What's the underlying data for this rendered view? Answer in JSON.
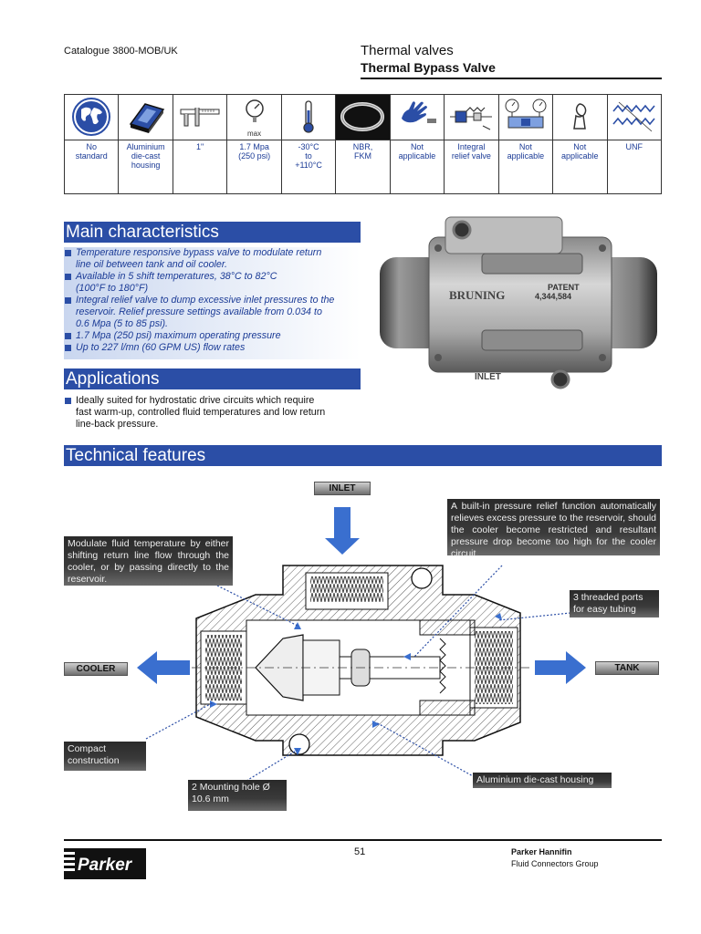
{
  "header": {
    "catalogue": "Catalogue 3800-MOB/UK",
    "title": "Thermal valves",
    "subtitle": "Thermal Bypass Valve"
  },
  "specs": [
    {
      "icon": "globe-icon",
      "label": "No standard",
      "lines": [
        "No",
        "standard"
      ]
    },
    {
      "icon": "die-cast-icon",
      "label": "Aluminium die-cast housing",
      "lines": [
        "Aluminium",
        "die-cast",
        "housing"
      ]
    },
    {
      "icon": "caliper-icon",
      "label": "1\"",
      "lines": [
        "1\""
      ]
    },
    {
      "icon": "pressure-gauge-icon",
      "icon_text": "max",
      "label": "1.7 Mpa (250 psi)",
      "lines": [
        "1.7 Mpa",
        "(250 psi)"
      ]
    },
    {
      "icon": "thermometer-icon",
      "label": "-30°C to +110°C",
      "lines": [
        "-30°C",
        "to",
        "+110°C"
      ]
    },
    {
      "icon": "o-ring-icon",
      "label": "NBR, FKM",
      "lines": [
        "NBR,",
        "FKM"
      ]
    },
    {
      "icon": "hand-icon",
      "label": "Not applicable",
      "lines": [
        "Not",
        "applicable"
      ]
    },
    {
      "icon": "relief-valve-icon",
      "label": "Integral relief valve",
      "lines": [
        "Integral",
        "relief valve"
      ]
    },
    {
      "icon": "gauges-icon",
      "label": "Not applicable",
      "lines": [
        "Not",
        "applicable"
      ]
    },
    {
      "icon": "keyhole-icon",
      "label": "Not applicable",
      "lines": [
        "Not",
        "applicable"
      ]
    },
    {
      "icon": "thread-icon",
      "label": "UNF",
      "lines": [
        "UNF"
      ]
    }
  ],
  "main_characteristics": {
    "heading": "Main characteristics",
    "bullets": [
      [
        "Temperature responsive bypass valve to modulate return",
        "line oil between tank and oil cooler."
      ],
      [
        "Available in 5 shift temperatures, 38°C to 82°C",
        "(100°F to 180°F)"
      ],
      [
        "Integral relief valve to dump excessive inlet pressures to the",
        "reservoir. Relief pressure settings available from 0.034 to",
        "0.6 Mpa (5 to 85 psi)."
      ],
      [
        "1.7 Mpa (250 psi) maximum operating pressure"
      ],
      [
        "Up to 227 l/mn (60 GPM US) flow rates"
      ]
    ]
  },
  "applications": {
    "heading": "Applications",
    "bullets": [
      [
        "Ideally suited for hydrostatic drive circuits which require",
        "fast warm-up, controlled fluid temperatures and low return",
        "line-back pressure."
      ]
    ]
  },
  "photo": {
    "patent_text": "PATENT",
    "patent_number": "4,344,584",
    "brand": "BRUNING",
    "inlet_text": "INLET"
  },
  "technical": {
    "heading": "Technical features",
    "tags": {
      "inlet": "INLET",
      "cooler": "COOLER",
      "tank": "TANK"
    },
    "callouts": {
      "relief": "A built-in pressure relief function automatically relieves excess pressure to the reservoir, should the cooler become restricted and resultant pressure drop become too high for the cooler circuit.",
      "modulate": "Modulate fluid temperature by either shifting return line flow through the cooler, or by passing directly to the reservoir.",
      "ports": "3 threaded ports for easy tubing",
      "compact": "Compact construction",
      "mounting": "2 Mounting hole Ø 10.6 mm",
      "housing": "Aluminium die-cast housing"
    }
  },
  "footer": {
    "page": "51",
    "company": "Parker Hannifin",
    "group": "Fluid Connectors Group",
    "logo_text": "Parker"
  },
  "colors": {
    "brand_blue": "#2b4ea6",
    "text_blue": "#1b3b96",
    "arrow_blue": "#3a6fcf"
  }
}
